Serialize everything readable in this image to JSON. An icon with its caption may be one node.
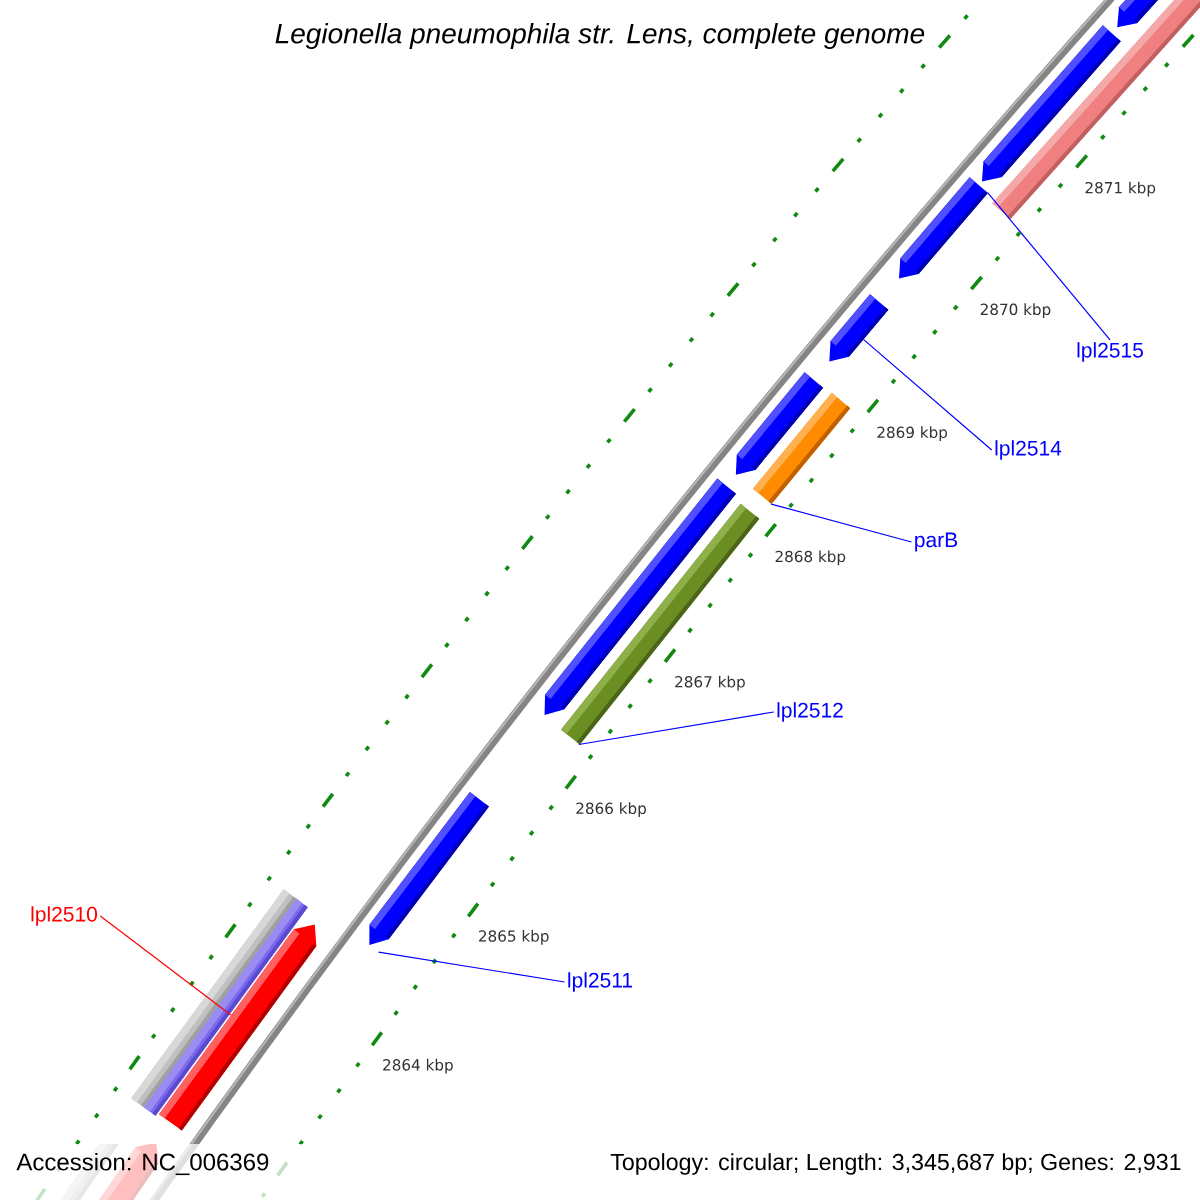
{
  "diagram": {
    "title": "Legionella pneumophila str. Lens, complete genome",
    "nodes": [
      {
        "text": [
          "lpl2510"
        ]
      },
      {
        "text": [],
        "shape": "bar"
      },
      {
        "text": [
          "lpl2511"
        ]
      },
      {
        "text": [],
        "shape": "bar"
      },
      {
        "text": [
          "lpl2512"
        ]
      },
      {
        "text": [],
        "shape": "bar"
      },
      {
        "text": [
          "parB"
        ]
      },
      {
        "text": [],
        "shape": "bar"
      },
      {
        "text": [
          "lpl2514"
        ]
      },
      {
        "text": [],
        "shape": "bar"
      },
      {
        "text": [
          "lpl2515"
        ]
      },
      {
        "text": [],
        "shape": "bar"
      },
      {
        "text": [],
        "shape": "bar"
      },
      {
        "text": [],
        "shape": "bar"
      },
      {
        "text": [],
        "shape": "bar"
      },
      {
        "text": [],
        "shape": "bar"
      },
      {
        "text": [],
        "shape": "bar"
      },
      {
        "text": [],
        "shape": "bar"
      }
    ],
    "edges": [
      {
        "from": 0,
        "to": 1,
        "arrow": "none",
        "color": "#ff0000"
      },
      {
        "from": 2,
        "to": 3,
        "arrow": "none"
      },
      {
        "from": 4,
        "to": 5,
        "arrow": "none"
      },
      {
        "from": 6,
        "to": 7,
        "arrow": "none"
      },
      {
        "from": 8,
        "to": 9,
        "arrow": "none"
      },
      {
        "from": 10,
        "to": 11,
        "arrow": "none"
      }
    ],
    "labels": [
      "2871 kbp",
      "2870 kbp",
      "2869 kbp",
      "2868 kbp",
      "2867 kbp",
      "2866 kbp",
      "2865 kbp",
      "2864 kbp",
      "Accession: NC_006369",
      "Topology: circular; Length: 3,345,687 bp; Genes: 2,931"
    ]
  }
}
